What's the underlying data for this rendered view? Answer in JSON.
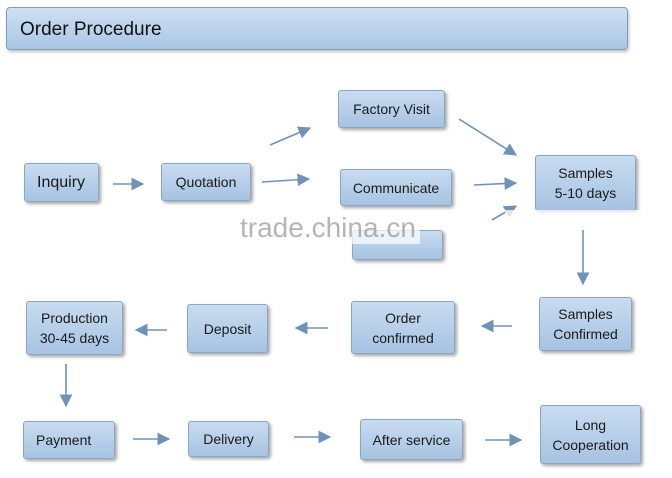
{
  "title": "Order Procedure",
  "steps": {
    "inquiry": "Inquiry",
    "quotation": "Quotation",
    "factory_visit": "Factory Visit",
    "communicate": "Communicate",
    "samples": [
      "Samples",
      "5-10 days"
    ],
    "samples_confirmed": [
      "Samples",
      "Confirmed"
    ],
    "order_confirmed": [
      "Order",
      "confirmed"
    ],
    "deposit": "Deposit",
    "production": [
      "Production",
      "30-45 days"
    ],
    "payment": "Payment",
    "delivery": "Delivery",
    "after_service": "After service",
    "long_cooperation": [
      "Long",
      "Cooperation"
    ]
  },
  "watermark": "trade.china.cn",
  "colors": {
    "box": "#b7cfe9",
    "arrow": "#6f93b8"
  }
}
